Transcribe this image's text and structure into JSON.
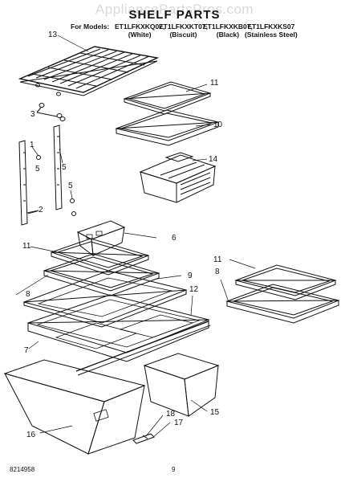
{
  "watermark": "AppliancePartsPros.com",
  "title": "SHELF PARTS",
  "models_label": "For Models:",
  "models": [
    {
      "number": "ET1LFKXKQ07,",
      "color": "(White)"
    },
    {
      "number": "ET1LFKXKT07,",
      "color": "(Biscuit)"
    },
    {
      "number": "ET1LFKXKB07,",
      "color": "(Black)"
    },
    {
      "number": "ET1LFKXKS07",
      "color": "(Stainless Steel)"
    }
  ],
  "callouts": {
    "c13": "13",
    "c3": "3",
    "c11a": "11",
    "c10": "10",
    "c14": "14",
    "c1": "1",
    "c5a": "5",
    "c5b": "5",
    "c5c": "5",
    "c2": "2",
    "c6": "6",
    "c11b": "11",
    "c9": "9",
    "c8a": "8",
    "c12": "12",
    "c7": "7",
    "c11c": "11",
    "c8b": "8",
    "c15": "15",
    "c18": "18",
    "c17": "17",
    "c16": "16"
  },
  "footer": {
    "doc_number": "8214958",
    "page": "9"
  }
}
